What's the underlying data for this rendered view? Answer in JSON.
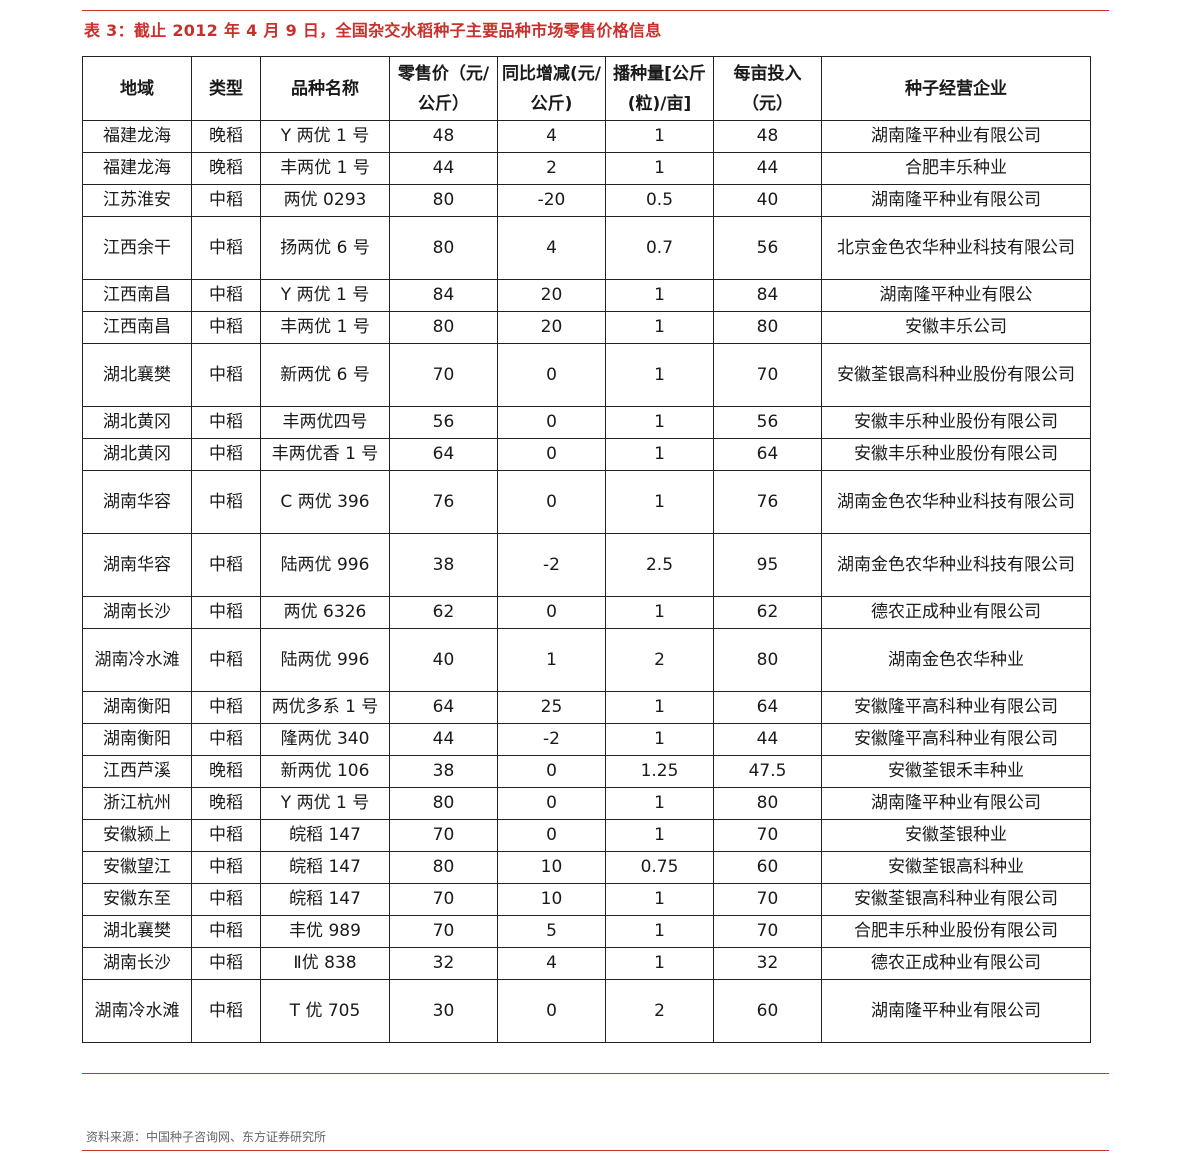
{
  "title": "表 3：截止 2012 年 4 月 9 日，全国杂交水稻种子主要品种市场零售价格信息",
  "table": {
    "headers": [
      "地域",
      "类型",
      "品种名称",
      "零售价（元/公斤）",
      "同比增减(元/公斤)",
      "播种量[公斤(粒)/亩]",
      "每亩投入（元）",
      "种子经营企业"
    ],
    "rows": [
      [
        "福建龙海",
        "晚稻",
        "Y 两优 1 号",
        "48",
        "4",
        "1",
        "48",
        "湖南隆平种业有限公司"
      ],
      [
        "福建龙海",
        "晚稻",
        "丰两优 1 号",
        "44",
        "2",
        "1",
        "44",
        "合肥丰乐种业"
      ],
      [
        "江苏淮安",
        "中稻",
        "两优 0293",
        "80",
        "-20",
        "0.5",
        "40",
        "湖南隆平种业有限公司"
      ],
      [
        "江西余干",
        "中稻",
        "扬两优 6 号",
        "80",
        "4",
        "0.7",
        "56",
        "北京金色农华种业科技有限公司"
      ],
      [
        "江西南昌",
        "中稻",
        "Y 两优 1 号",
        "84",
        "20",
        "1",
        "84",
        "湖南隆平种业有限公"
      ],
      [
        "江西南昌",
        "中稻",
        "丰两优 1 号",
        "80",
        "20",
        "1",
        "80",
        "安徽丰乐公司"
      ],
      [
        "湖北襄樊",
        "中稻",
        "新两优 6 号",
        "70",
        "0",
        "1",
        "70",
        "安徽荃银高科种业股份有限公司"
      ],
      [
        "湖北黄冈",
        "中稻",
        "丰两优四号",
        "56",
        "0",
        "1",
        "56",
        "安徽丰乐种业股份有限公司"
      ],
      [
        "湖北黄冈",
        "中稻",
        "丰两优香 1 号",
        "64",
        "0",
        "1",
        "64",
        "安徽丰乐种业股份有限公司"
      ],
      [
        "湖南华容",
        "中稻",
        "C 两优 396",
        "76",
        "0",
        "1",
        "76",
        "湖南金色农华种业科技有限公司"
      ],
      [
        "湖南华容",
        "中稻",
        "陆两优 996",
        "38",
        "-2",
        "2.5",
        "95",
        "湖南金色农华种业科技有限公司"
      ],
      [
        "湖南长沙",
        "中稻",
        "两优 6326",
        "62",
        "0",
        "1",
        "62",
        "德农正成种业有限公司"
      ],
      [
        "湖南冷水滩",
        "中稻",
        "陆两优 996",
        "40",
        "1",
        "2",
        "80",
        "湖南金色农华种业"
      ],
      [
        "湖南衡阳",
        "中稻",
        "两优多系 1 号",
        "64",
        "25",
        "1",
        "64",
        "安徽隆平高科种业有限公司"
      ],
      [
        "湖南衡阳",
        "中稻",
        "隆两优 340",
        "44",
        "-2",
        "1",
        "44",
        "安徽隆平高科种业有限公司"
      ],
      [
        "江西芦溪",
        "晚稻",
        "新两优 106",
        "38",
        "0",
        "1.25",
        "47.5",
        "安徽荃银禾丰种业"
      ],
      [
        "浙江杭州",
        "晚稻",
        "Y 两优 1 号",
        "80",
        "0",
        "1",
        "80",
        "湖南隆平种业有限公司"
      ],
      [
        "安徽颍上",
        "中稻",
        "皖稻 147",
        "70",
        "0",
        "1",
        "70",
        "安徽荃银种业"
      ],
      [
        "安徽望江",
        "中稻",
        "皖稻 147",
        "80",
        "10",
        "0.75",
        "60",
        "安徽荃银高科种业"
      ],
      [
        "安徽东至",
        "中稻",
        "皖稻 147",
        "70",
        "10",
        "1",
        "70",
        "安徽荃银高科种业有限公司"
      ],
      [
        "湖北襄樊",
        "中稻",
        "丰优 989",
        "70",
        "5",
        "1",
        "70",
        "合肥丰乐种业股份有限公司"
      ],
      [
        "湖南长沙",
        "中稻",
        "Ⅱ优 838",
        "32",
        "4",
        "1",
        "32",
        "德农正成种业有限公司"
      ],
      [
        "湖南冷水滩",
        "中稻",
        "T 优 705",
        "30",
        "0",
        "2",
        "60",
        "湖南隆平种业有限公司"
      ]
    ]
  },
  "source": "资料来源：中国种子咨询网、东方证券研究所",
  "colors": {
    "accent": "#c9302c",
    "border": "#222222",
    "text": "#1a1a1a"
  }
}
